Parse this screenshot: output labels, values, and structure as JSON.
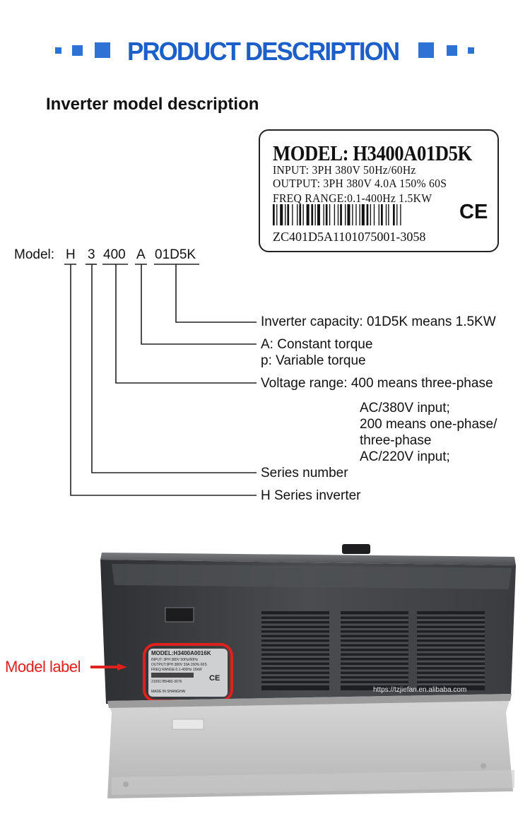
{
  "header": {
    "title": "PRODUCT DESCRIPTION",
    "accent": "#2f72d6",
    "title_color": "#1c5fc8"
  },
  "section": {
    "subtitle": "Inverter model description"
  },
  "label_card": {
    "model": "MODEL: H3400A01D5K",
    "input": "INPUT: 3PH 380V 50Hz/60Hz",
    "output": "OUTPUT: 3PH 380V 4.0A 150% 60S",
    "freq": "FREQ RANGE:0.1-400Hz 1.5KW",
    "ce": "CE",
    "serial": "ZC401D5A1101075001-3058"
  },
  "model_code": {
    "label": "Model:",
    "parts": [
      "H",
      "3",
      "400",
      "A",
      "01D5K"
    ]
  },
  "explanations": {
    "capacity": "Inverter capacity: 01D5K means 1.5KW",
    "torque_a": "A: Constant torque",
    "torque_p": "p: Variable torque",
    "voltage": "Voltage range: 400 means three-phase",
    "voltage_2": "AC/380V input;",
    "voltage_3": "200 means one-phase/",
    "voltage_4": "three-phase",
    "voltage_5": "AC/220V input;",
    "series": "Series number",
    "h_series": "H Series inverter"
  },
  "photo": {
    "callout": "Model label",
    "callout_color": "#e0201c",
    "watermark": "https://tzjiefan.en.alibaba.com",
    "mini_label": {
      "model": "MODEL:H3400A0016K",
      "input": "INPUT: 3PH 380V 50Hz/60Hz",
      "output": "OUTPUT:3PH 380V 33A 150% 60S",
      "freq": "FREQ RANGE:0.1-400Hz 15kW",
      "serial": "21091785482-3076",
      "made": "MADE IN SHANGHAI"
    }
  }
}
